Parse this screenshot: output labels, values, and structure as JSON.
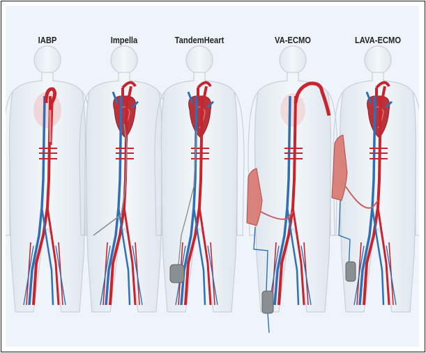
{
  "devices": [
    {
      "label": "IABP",
      "icon": "iabp-figure"
    },
    {
      "label": "Impella",
      "icon": "impella-figure"
    },
    {
      "label": "TandemHeart",
      "icon": "tandemheart-figure"
    },
    {
      "label": "VA-ECMO",
      "icon": "va-ecmo-figure"
    },
    {
      "label": "LAVA-ECMO",
      "icon": "lava-ecmo-figure"
    }
  ],
  "colors": {
    "artery": "#c8242e",
    "vein": "#2f6fb7",
    "heart": "#b8333a",
    "body_outline": "#c9cfd6",
    "body_fill": "#e6edf3",
    "cannula": "#c9605f",
    "oxygenator": "#d9827b",
    "pump": "#8a8f94"
  }
}
